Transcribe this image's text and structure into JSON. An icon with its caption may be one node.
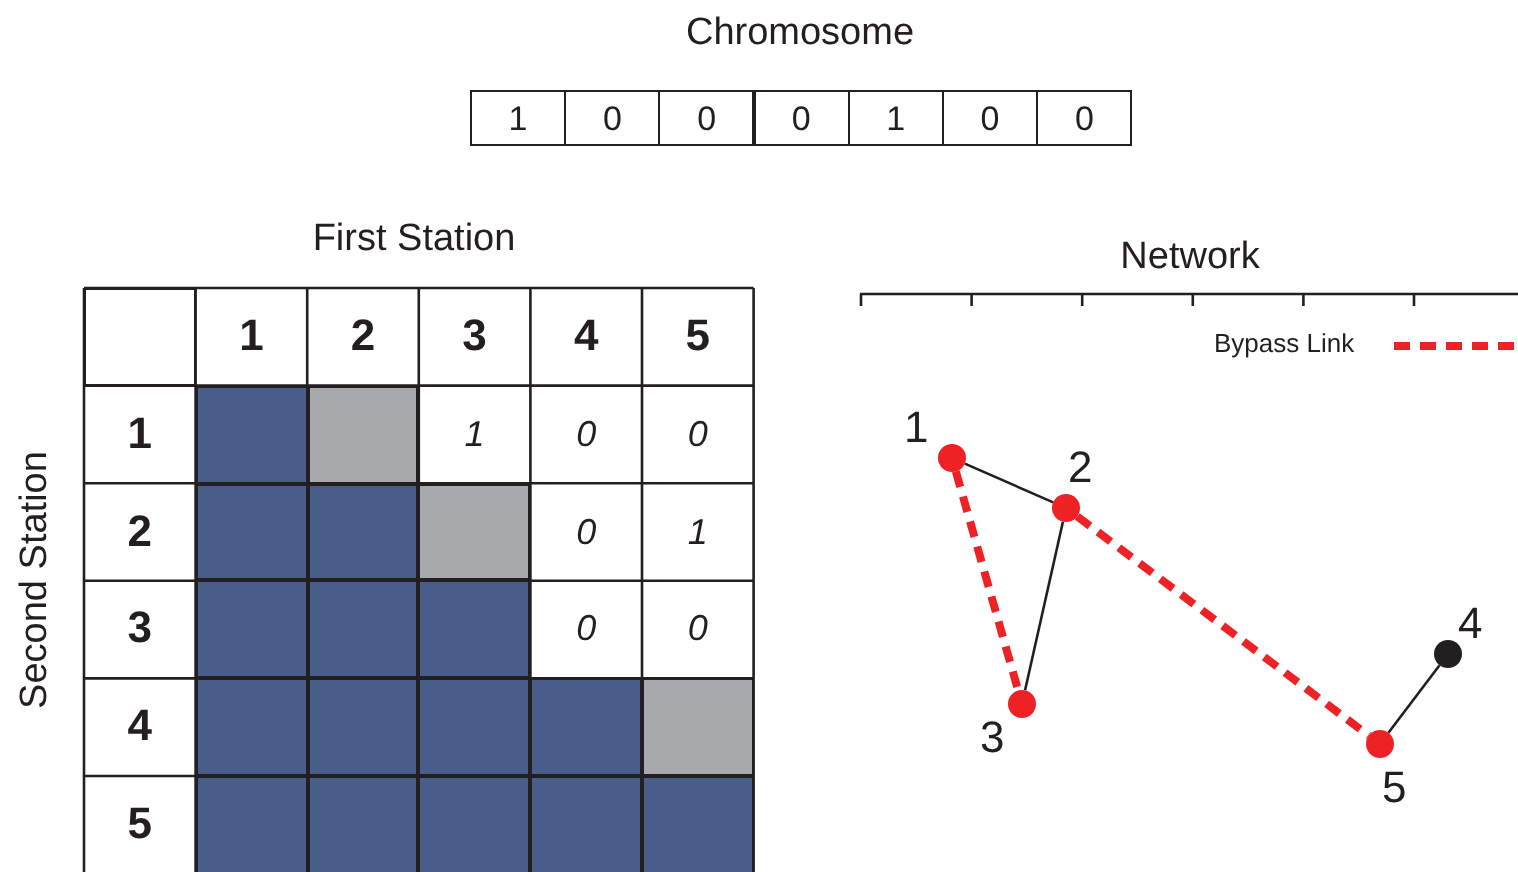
{
  "diagram": {
    "nodes": [
      {
        "text": [],
        "shape": "circle",
        "beside": [
          "1"
        ]
      },
      {
        "text": [],
        "shape": "circle",
        "beside": [
          "2"
        ]
      },
      {
        "text": [],
        "shape": "circle",
        "beside": [
          "3"
        ]
      },
      {
        "text": [],
        "shape": "circle",
        "beside": [
          "4"
        ]
      },
      {
        "text": [],
        "shape": "circle",
        "beside": [
          "5"
        ]
      }
    ],
    "edges": [
      {
        "from": 0,
        "to": 1,
        "arrow": "none"
      },
      {
        "from": 0,
        "to": 2,
        "arrow": "none",
        "style": "dashed",
        "color": "#ee2224"
      },
      {
        "from": 1,
        "to": 2,
        "arrow": "none"
      },
      {
        "from": 1,
        "to": 4,
        "arrow": "none",
        "style": "dashed",
        "color": "#ee2224"
      },
      {
        "from": 4,
        "to": 3,
        "arrow": "none"
      }
    ],
    "labels": [
      "Chromosome",
      "1",
      "0",
      "0",
      "0",
      "1",
      "0",
      "0",
      "First Station",
      "Second Station",
      "1",
      "2",
      "3",
      "4",
      "5",
      "1",
      "1",
      "0",
      "0",
      "2",
      "0",
      "1",
      "3",
      "0",
      "0",
      "4",
      "5",
      "Network"
    ],
    "legend": [
      {
        "text": "Bypass Link"
      }
    ]
  }
}
